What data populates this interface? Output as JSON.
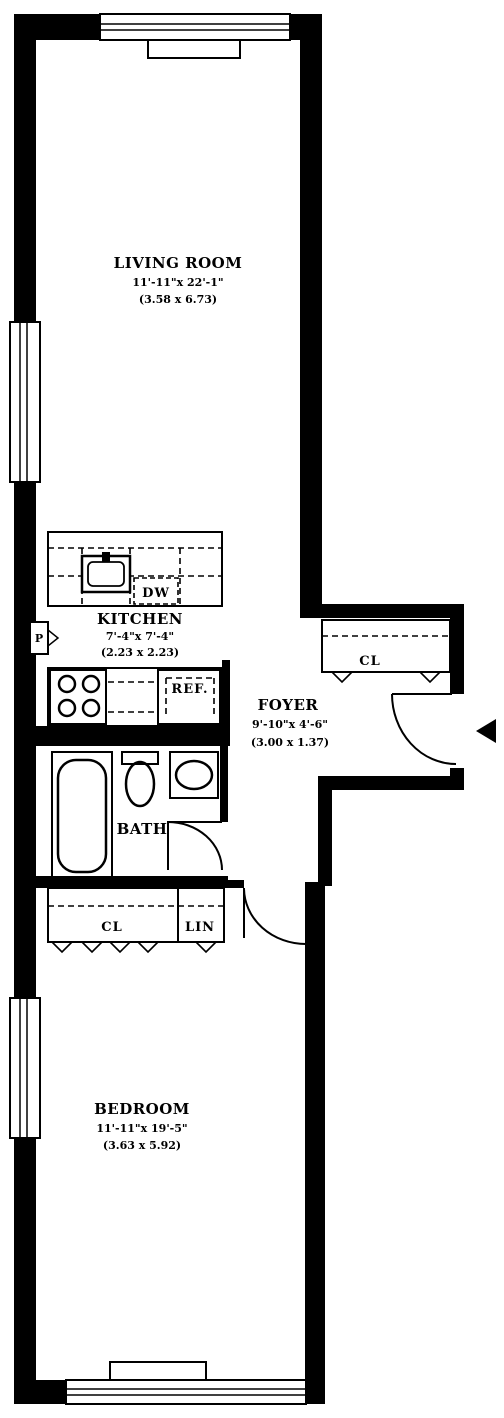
{
  "rooms": {
    "living": {
      "name": "LIVING ROOM",
      "dim_imperial": "11'-11\"x 22'-1\"",
      "dim_metric": "(3.58 x 6.73)"
    },
    "kitchen": {
      "name": "KITCHEN",
      "dim_imperial": "7'-4\"x 7'-4\"",
      "dim_metric": "(2.23 x 2.23)"
    },
    "foyer": {
      "name": "FOYER",
      "dim_imperial": "9'-10\"x 4'-6\"",
      "dim_metric": "(3.00 x 1.37)"
    },
    "bath": {
      "name": "BATH"
    },
    "bedroom": {
      "name": "BEDROOM",
      "dim_imperial": "11'-11\"x 19'-5\"",
      "dim_metric": "(3.63 x 5.92)"
    }
  },
  "fixtures": {
    "dishwasher": "DW",
    "refrigerator": "REF.",
    "pantry": "P",
    "foyer_closet": "CL",
    "bedroom_closet": "CL",
    "linen": "LIN"
  }
}
